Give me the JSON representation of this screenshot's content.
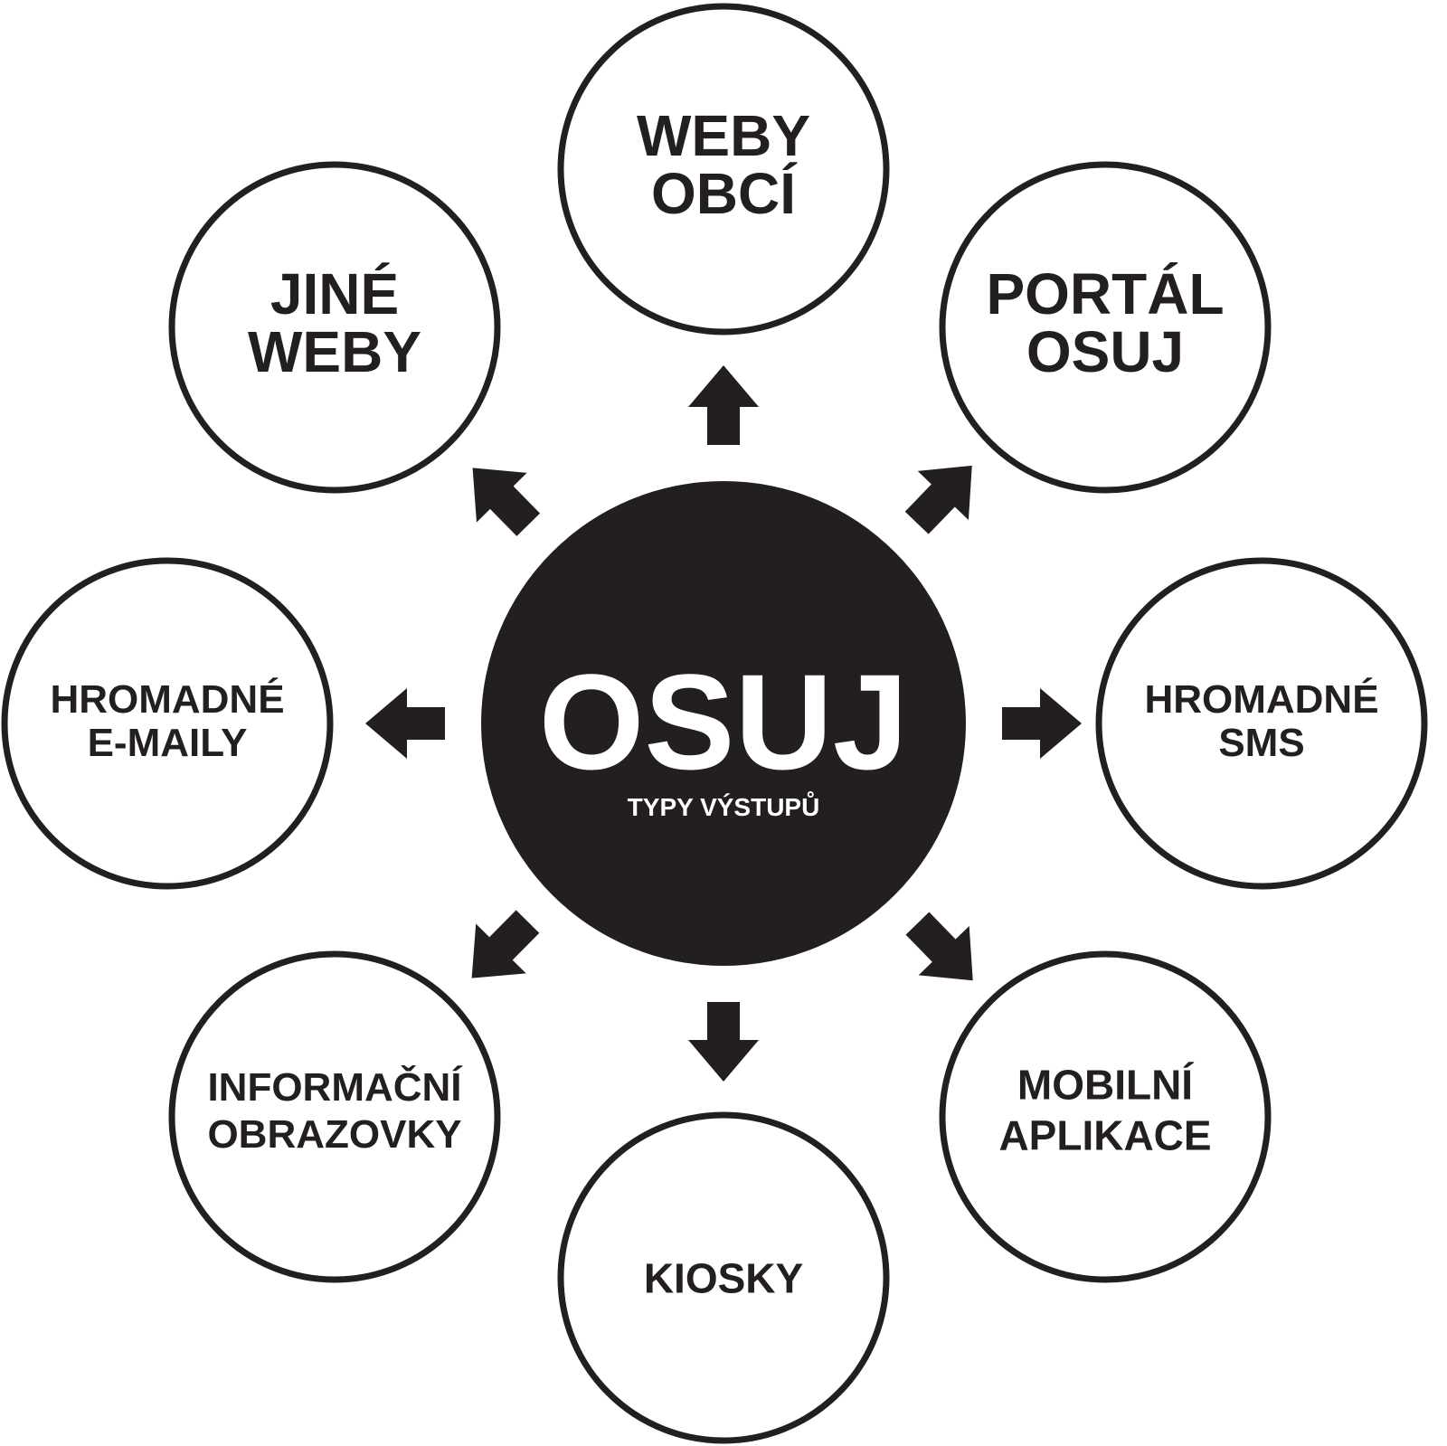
{
  "colors": {
    "ink": "#231f20",
    "background": "#ffffff",
    "center_text": "#ffffff"
  },
  "center": {
    "title": "OSUJ",
    "subtitle": "TYPY VÝSTUPŮ"
  },
  "nodes": [
    {
      "id": "weby-obci",
      "lines": [
        "WEBY",
        "OBCÍ"
      ]
    },
    {
      "id": "portal-osuj",
      "lines": [
        "PORTÁL",
        "OSUJ"
      ]
    },
    {
      "id": "hromadne-sms",
      "lines": [
        "HROMADNÉ",
        "SMS"
      ]
    },
    {
      "id": "mobilni-aplikace",
      "lines": [
        "MOBILNÍ",
        "APLIKACE"
      ]
    },
    {
      "id": "kiosky",
      "lines": [
        "KIOSKY"
      ]
    },
    {
      "id": "informacni-obrazovky",
      "lines": [
        "INFORMAČNÍ",
        "OBRAZOVKY"
      ]
    },
    {
      "id": "hromadne-e-maily",
      "lines": [
        "HROMADNÉ",
        "E-MAILY"
      ]
    },
    {
      "id": "jine-weby",
      "lines": [
        "JINÉ",
        "WEBY"
      ]
    }
  ]
}
